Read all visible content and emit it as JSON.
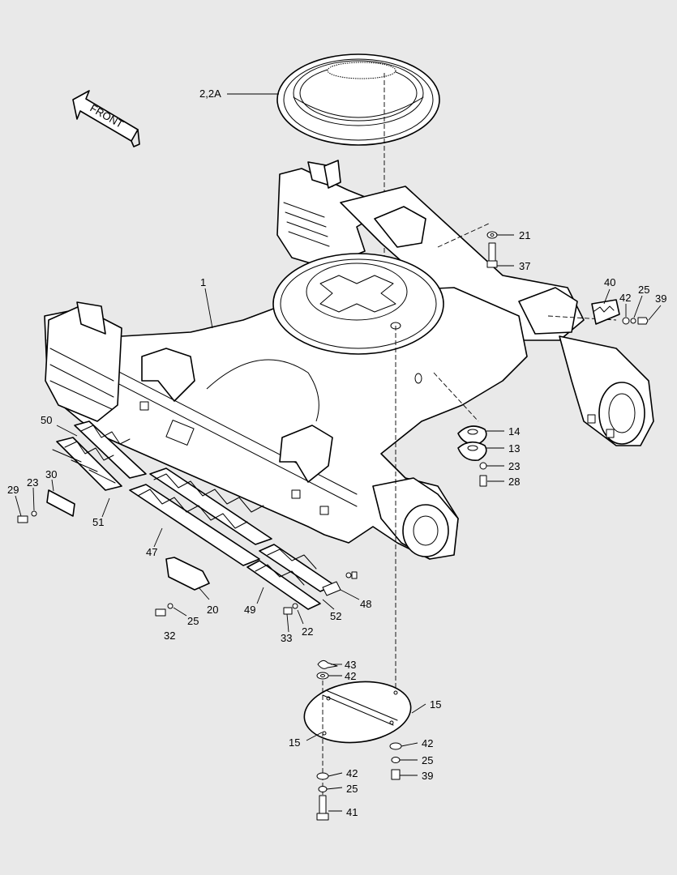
{
  "diagram": {
    "front_label": "FRONT",
    "callouts": [
      {
        "id": "c-2-2a",
        "text": "2,2A"
      },
      {
        "id": "c-1",
        "text": "1"
      },
      {
        "id": "c-21",
        "text": "21"
      },
      {
        "id": "c-37",
        "text": "37"
      },
      {
        "id": "c-40",
        "text": "40"
      },
      {
        "id": "c-25a",
        "text": "25"
      },
      {
        "id": "c-42a",
        "text": "42"
      },
      {
        "id": "c-39a",
        "text": "39"
      },
      {
        "id": "c-14",
        "text": "14"
      },
      {
        "id": "c-13",
        "text": "13"
      },
      {
        "id": "c-23a",
        "text": "23"
      },
      {
        "id": "c-28",
        "text": "28"
      },
      {
        "id": "c-50",
        "text": "50"
      },
      {
        "id": "c-30",
        "text": "30"
      },
      {
        "id": "c-23b",
        "text": "23"
      },
      {
        "id": "c-29",
        "text": "29"
      },
      {
        "id": "c-51",
        "text": "51"
      },
      {
        "id": "c-47",
        "text": "47"
      },
      {
        "id": "c-20",
        "text": "20"
      },
      {
        "id": "c-25b",
        "text": "25"
      },
      {
        "id": "c-32",
        "text": "32"
      },
      {
        "id": "c-49",
        "text": "49"
      },
      {
        "id": "c-48",
        "text": "48"
      },
      {
        "id": "c-52",
        "text": "52"
      },
      {
        "id": "c-22",
        "text": "22"
      },
      {
        "id": "c-33",
        "text": "33"
      },
      {
        "id": "c-43",
        "text": "43"
      },
      {
        "id": "c-42b",
        "text": "42"
      },
      {
        "id": "c-15a",
        "text": "15"
      },
      {
        "id": "c-15b",
        "text": "15"
      },
      {
        "id": "c-42c",
        "text": "42"
      },
      {
        "id": "c-25c",
        "text": "25"
      },
      {
        "id": "c-39b",
        "text": "39"
      },
      {
        "id": "c-42d",
        "text": "42"
      },
      {
        "id": "c-25d",
        "text": "25"
      },
      {
        "id": "c-41",
        "text": "41"
      }
    ]
  }
}
